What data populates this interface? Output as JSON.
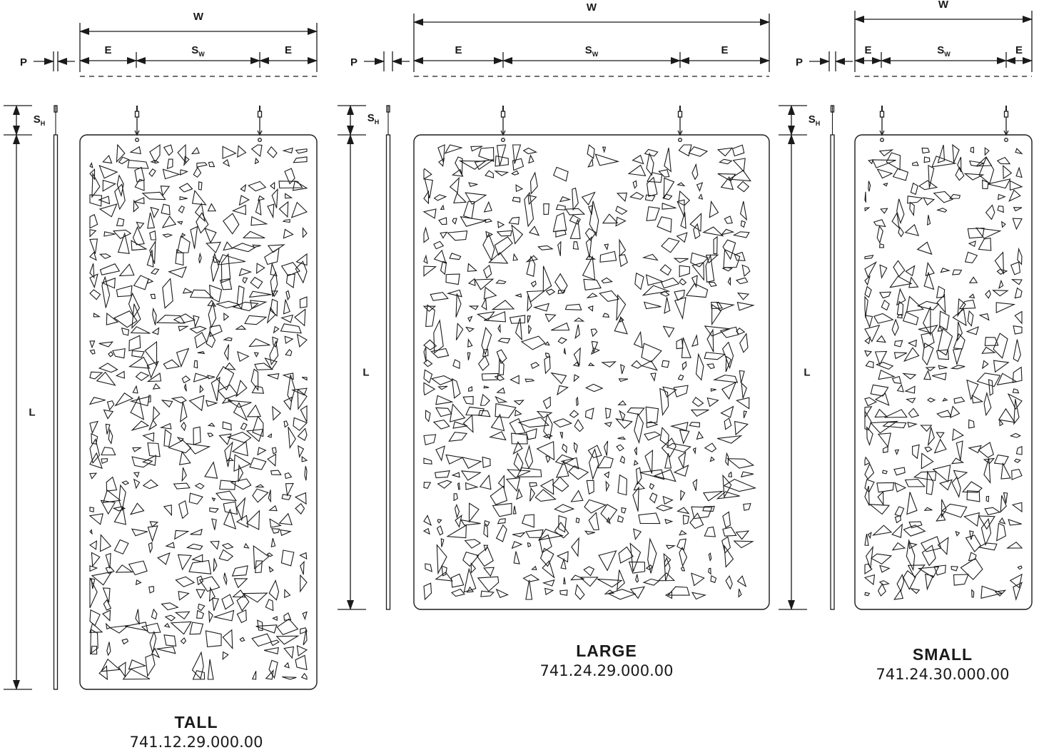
{
  "labels": {
    "width": "W",
    "edge": "E",
    "spacing_width": "S",
    "spacing_width_sub": "W",
    "depth": "P",
    "spacing_height": "S",
    "spacing_height_sub": "H",
    "length": "L"
  },
  "panels": [
    {
      "name": "TALL",
      "code": "741.12.29.000.00"
    },
    {
      "name": "LARGE",
      "code": "741.24.29.000.00"
    },
    {
      "name": "SMALL",
      "code": "741.24.30.000.00"
    }
  ],
  "colors": {
    "line": "#1a1a1a",
    "paper": "#ffffff"
  }
}
